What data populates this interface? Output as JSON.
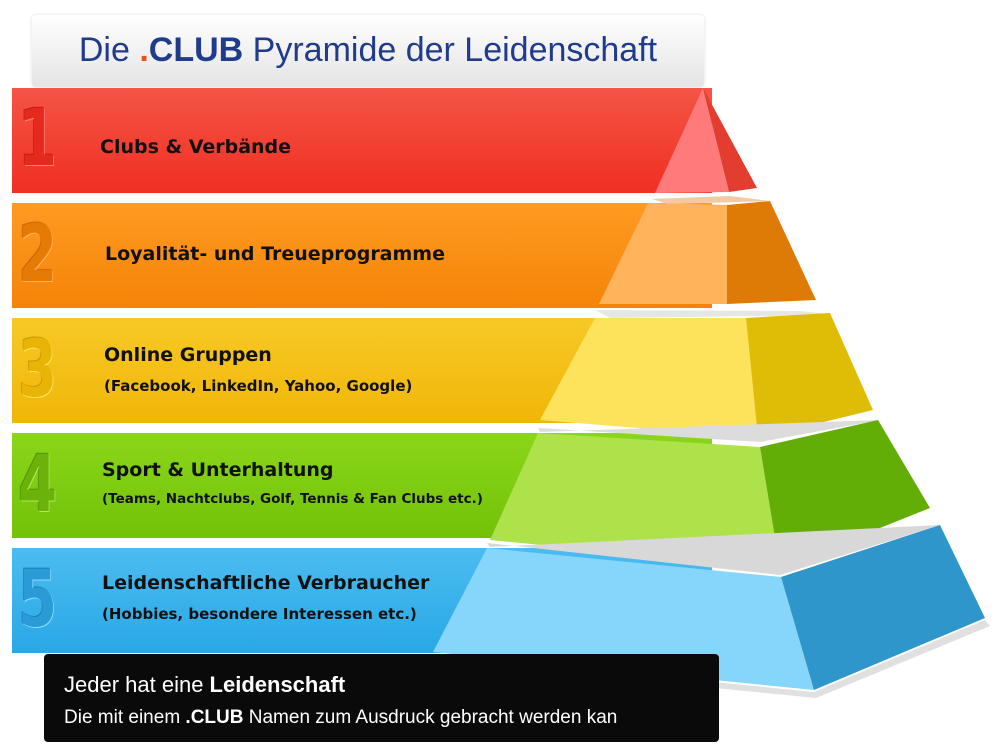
{
  "title": {
    "prefix": "Die ",
    "dot": ".",
    "brand": "CLUB",
    "rest": " Pyramide der Leidenschaft"
  },
  "levels": [
    {
      "num": "1",
      "title": "Clubs & Verbände",
      "subtitle": ""
    },
    {
      "num": "2",
      "title": "Loyalität- und Treueprogramme",
      "subtitle": ""
    },
    {
      "num": "3",
      "title": "Online Gruppen",
      "subtitle": "(Facebook, LinkedIn, Yahoo, Google)"
    },
    {
      "num": "4",
      "title": "Sport & Unterhaltung",
      "subtitle": "(Teams, Nachtclubs, Golf, Tennis & Fan Clubs etc.)"
    },
    {
      "num": "5",
      "title": "Leidenschaftliche Verbraucher",
      "subtitle": "(Hobbies, besondere Interessen etc.)"
    }
  ],
  "footer": {
    "line1_a": "Jeder hat eine ",
    "line1_b": "Leidenschaft",
    "line2_a": "Die mit einem ",
    "line2_b": ".CLUB",
    "line2_c": " Namen zum Ausdruck gebracht werden kan"
  },
  "colors": {
    "red": "#f23a2c",
    "orange": "#f98c0e",
    "yellow": "#f2bf0b",
    "green": "#7ccd0c",
    "blue": "#34b2ec",
    "title_text": "#1f3b8c",
    "title_dot": "#e8521b"
  }
}
